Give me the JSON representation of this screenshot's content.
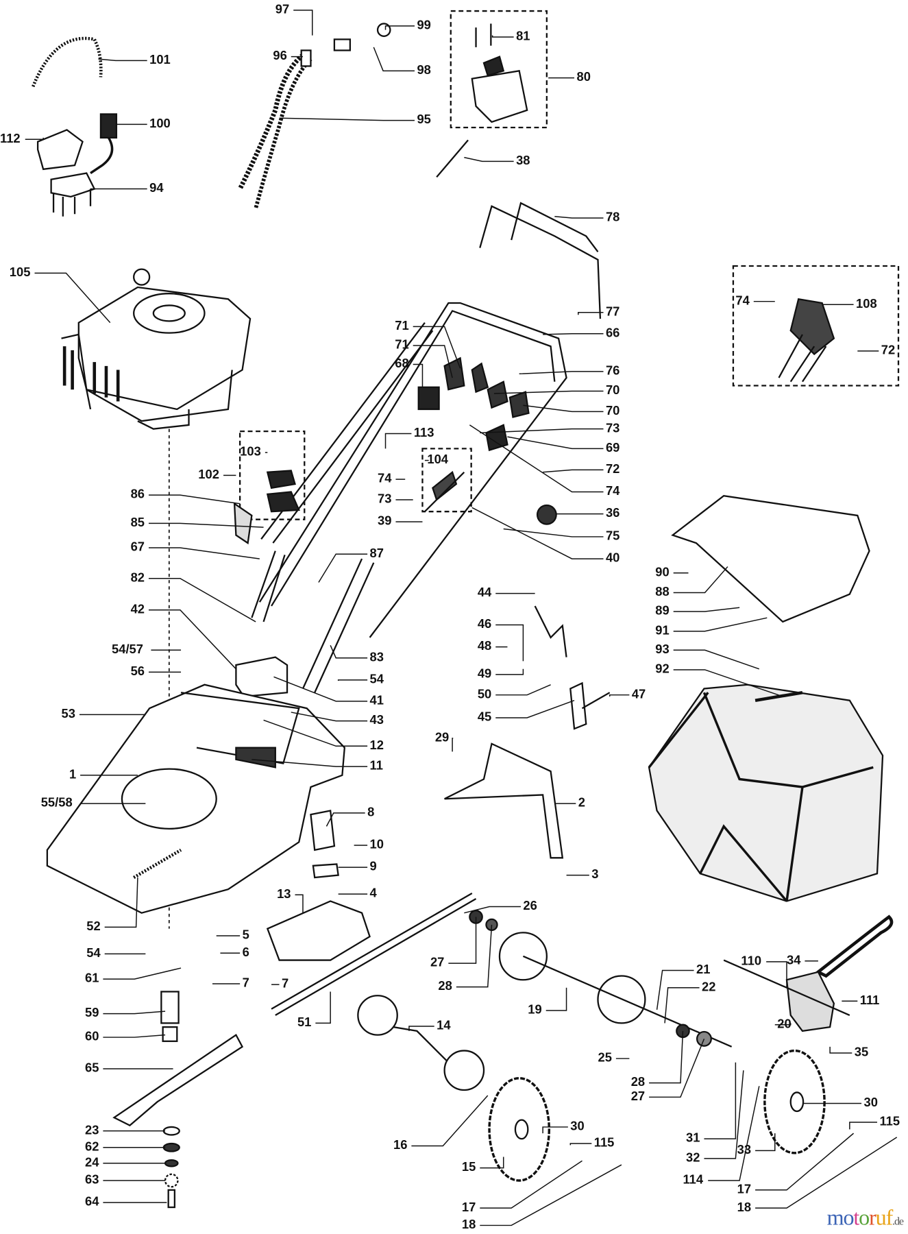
{
  "diagram": {
    "type": "exploded parts diagram - lawn mower",
    "labels": [
      "97",
      "99",
      "96",
      "98",
      "81",
      "80",
      "95",
      "38",
      "101",
      "100",
      "112",
      "94",
      "78",
      "105",
      "77",
      "66",
      "74",
      "108",
      "72",
      "71",
      "71",
      "68",
      "76",
      "70",
      "70",
      "73",
      "69",
      "72",
      "74",
      "36",
      "75",
      "40",
      "113",
      "103",
      "102",
      "104",
      "74",
      "73",
      "39",
      "86",
      "85",
      "67",
      "87",
      "82",
      "42",
      "54/57",
      "56",
      "83",
      "54",
      "41",
      "43",
      "53",
      "12",
      "1",
      "11",
      "55/58",
      "44",
      "46",
      "48",
      "49",
      "50",
      "45",
      "47",
      "90",
      "88",
      "89",
      "91",
      "93",
      "92",
      "29",
      "2",
      "8",
      "10",
      "9",
      "3",
      "4",
      "13",
      "26",
      "52",
      "5",
      "54",
      "6",
      "27",
      "28",
      "7",
      "7",
      "61",
      "59",
      "60",
      "65",
      "51",
      "19",
      "21",
      "22",
      "110",
      "34",
      "111",
      "20",
      "35",
      "14",
      "25",
      "28",
      "27",
      "30",
      "115",
      "30",
      "115",
      "23",
      "62",
      "24",
      "63",
      "64",
      "16",
      "31",
      "32",
      "33",
      "114",
      "15",
      "17",
      "18",
      "17",
      "18"
    ]
  },
  "watermark": {
    "text": "motoruf",
    "suffix": ".de",
    "colors": [
      "#3b63b5",
      "#3b63b5",
      "#d43f8d",
      "#5aa33a",
      "#e0532b",
      "#e8a317",
      "#e8a317"
    ]
  }
}
